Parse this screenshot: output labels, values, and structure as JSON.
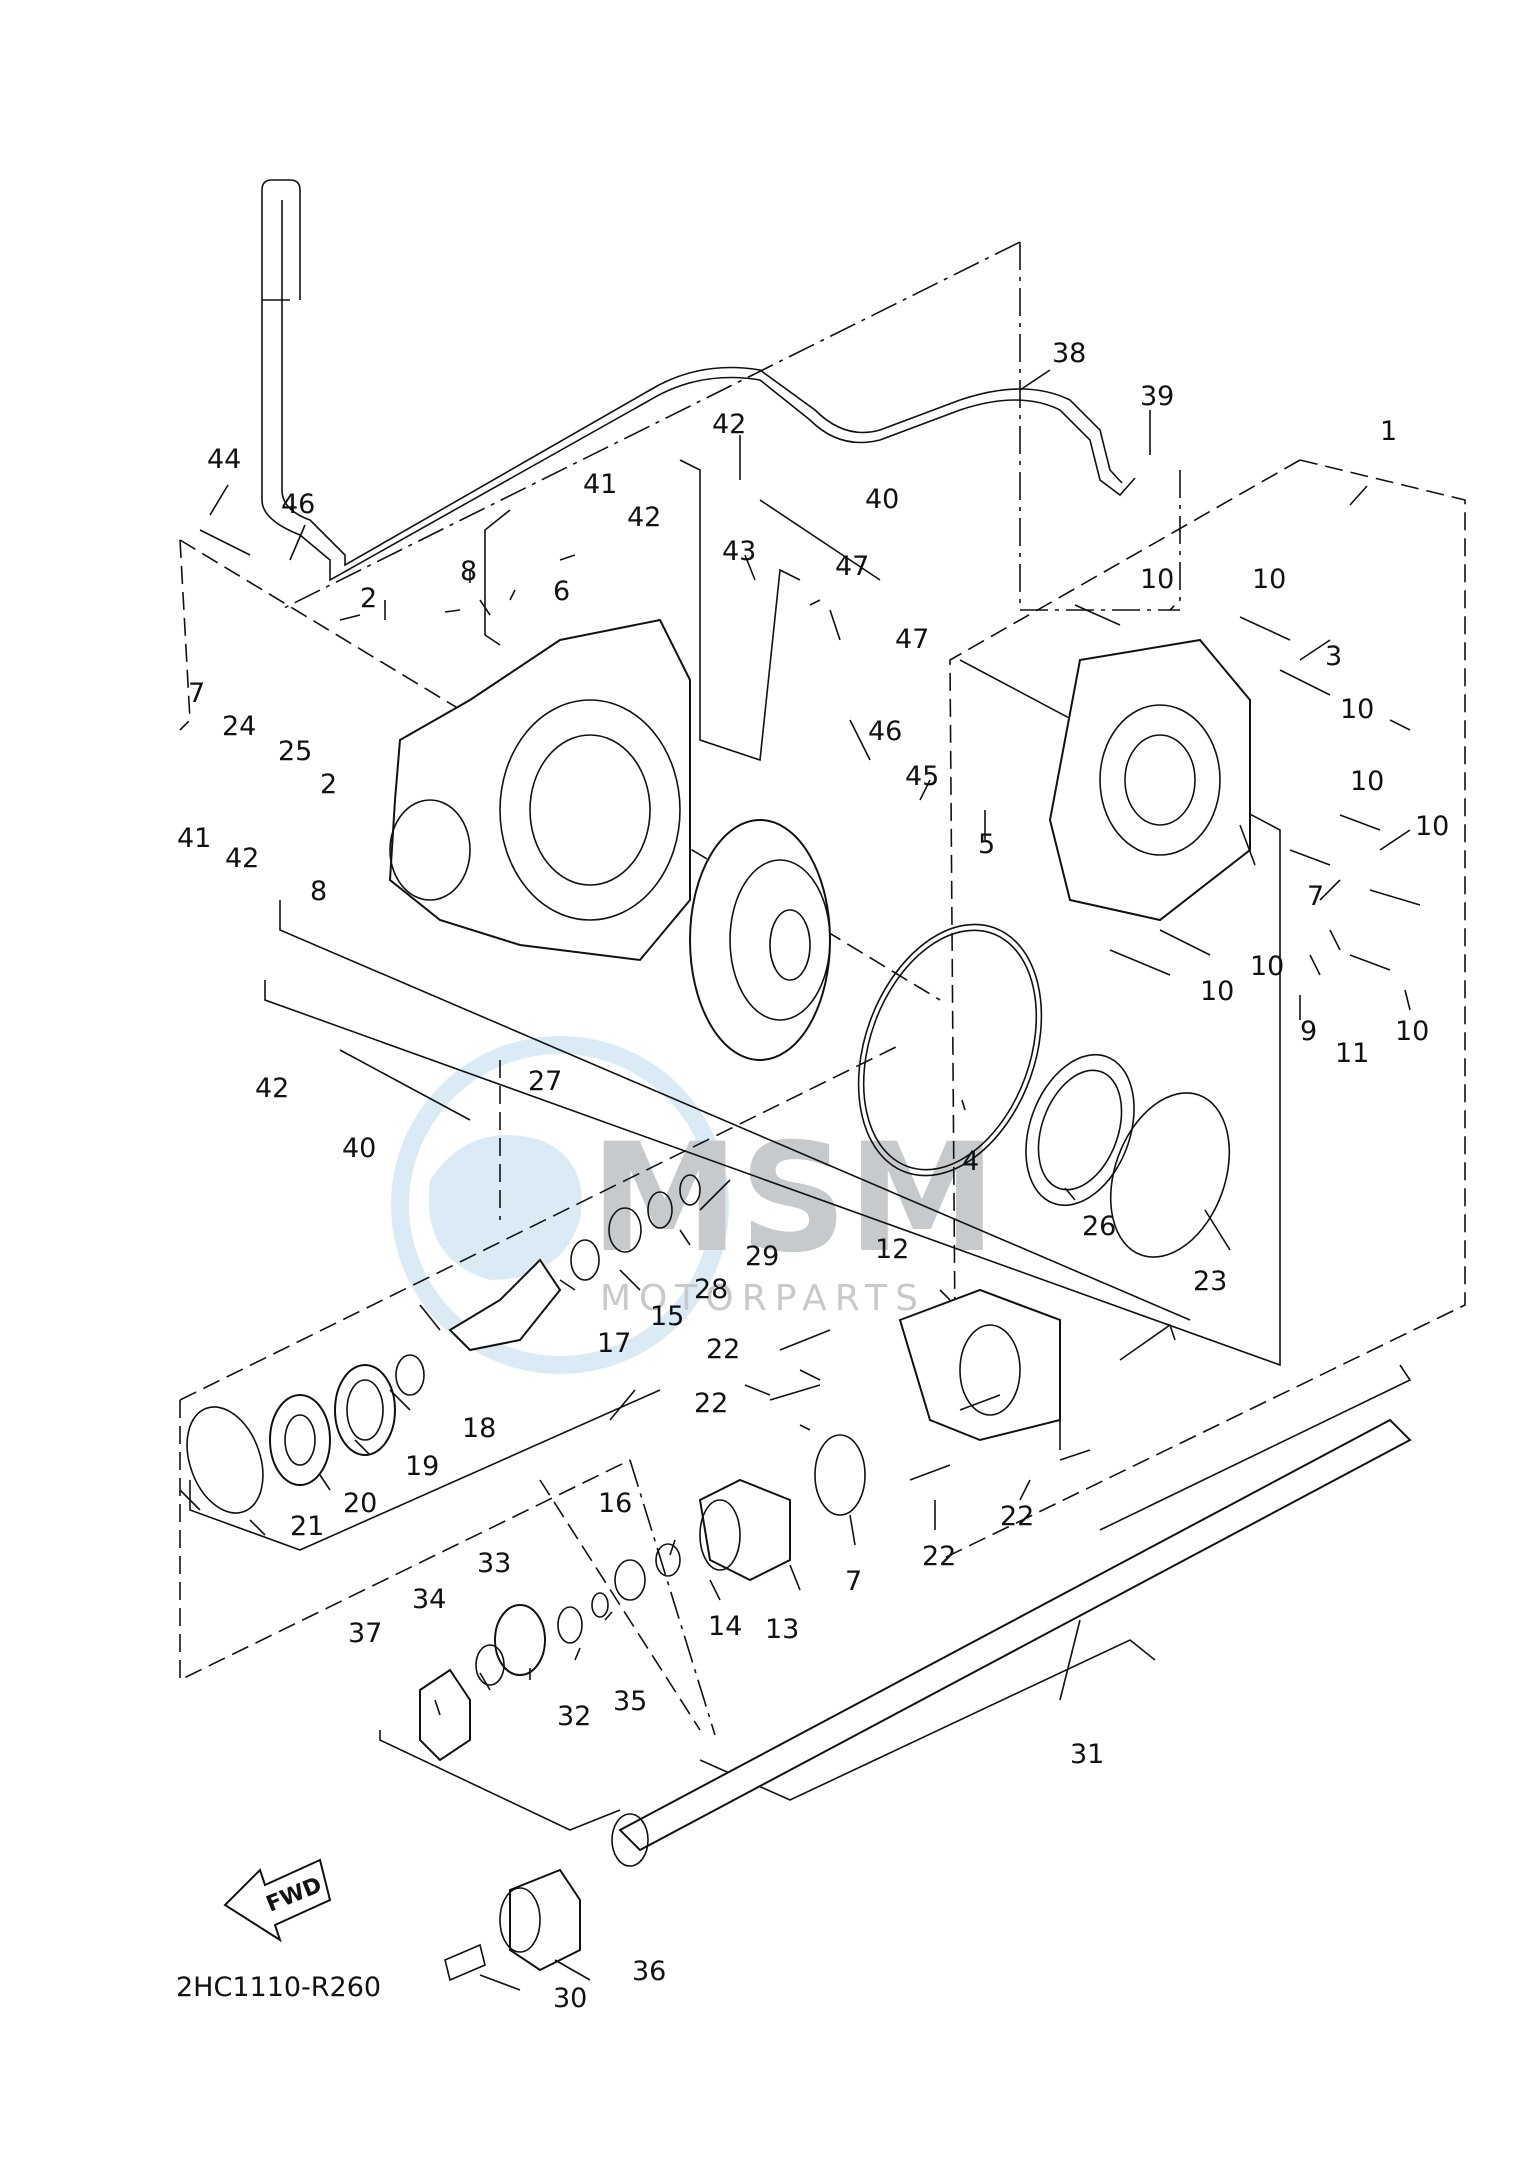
{
  "diagram_code": "2HC1110-R260",
  "direction_label": "FWD",
  "watermark": {
    "brand": "MSM",
    "sub": "MOTORPARTS",
    "color": "#bcdcee",
    "gray": "#9aa0a6"
  },
  "callouts": [
    "1",
    "2",
    "2",
    "3",
    "4",
    "5",
    "6",
    "7",
    "7",
    "7",
    "8",
    "8",
    "9",
    "10",
    "10",
    "10",
    "10",
    "10",
    "10",
    "10",
    "10",
    "11",
    "12",
    "13",
    "14",
    "15",
    "16",
    "17",
    "18",
    "19",
    "20",
    "21",
    "22",
    "22",
    "22",
    "22",
    "23",
    "24",
    "25",
    "26",
    "27",
    "28",
    "29",
    "30",
    "31",
    "32",
    "33",
    "34",
    "35",
    "36",
    "37",
    "38",
    "39",
    "40",
    "40",
    "41",
    "41",
    "42",
    "42",
    "42",
    "42",
    "43",
    "44",
    "45",
    "46",
    "46",
    "47",
    "47"
  ]
}
